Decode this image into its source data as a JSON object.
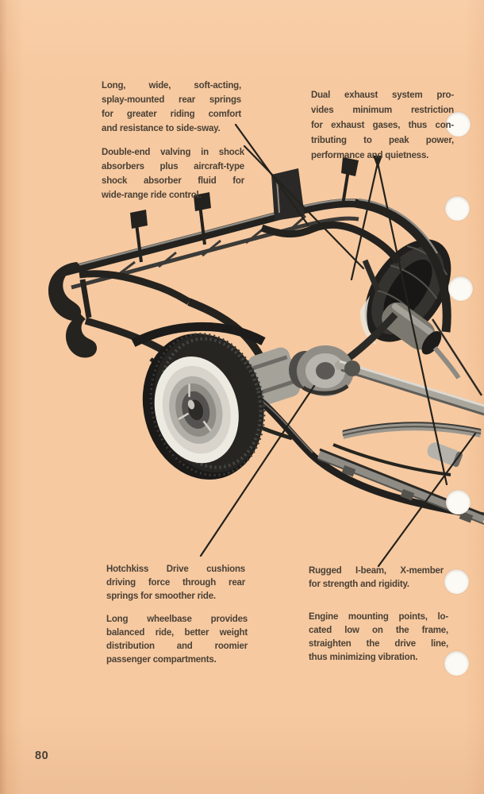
{
  "page": {
    "number": "80"
  },
  "colors": {
    "paper": "#f7c9a0",
    "ink": "#4a4136",
    "hole": "#fbfaf5",
    "illustration_dark": "#1d1c1a",
    "illustration_light": "#a9a69e",
    "whitewall": "#edeae1"
  },
  "callouts": {
    "rear_springs": {
      "lines": [
        "Long, wide, soft-acting,",
        "splay-mounted rear springs",
        "for greater riding comfort",
        "and resistance to side-sway."
      ]
    },
    "shock_absorbers": {
      "lines": [
        "Double-end valving in shock",
        "absorbers plus aircraft-type",
        "shock absorber fluid for",
        "wide-range ride control."
      ]
    },
    "dual_exhaust": {
      "lines": [
        "Dual exhaust system pro-",
        "vides minimum restriction",
        "for exhaust gases, thus con-",
        "tributing to peak power,",
        "performance and quietness."
      ]
    },
    "hotchkiss_drive": {
      "lines": [
        "Hotchkiss Drive cushions",
        "driving force through rear",
        "springs for smoother ride."
      ]
    },
    "long_wheelbase": {
      "lines": [
        "Long wheelbase provides",
        "balanced ride, better weight",
        "distribution and roomier",
        "passenger compartments."
      ]
    },
    "x_member": {
      "lines": [
        "Rugged I-beam, X-member",
        "for strength and rigidity."
      ]
    },
    "engine_mounts": {
      "lines": [
        "Engine mounting points, lo-",
        "cated low on the frame,",
        "straighten the drive line,",
        "thus minimizing vibration."
      ]
    }
  }
}
